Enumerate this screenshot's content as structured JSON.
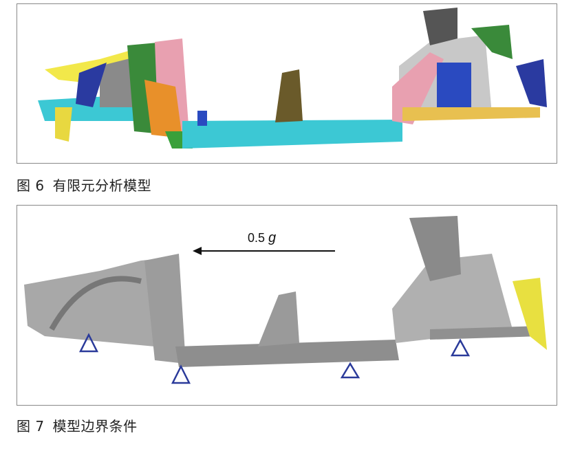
{
  "figures": [
    {
      "caption_number": "图 6",
      "caption_text": "有限元分析模型"
    },
    {
      "caption_number": "图 7",
      "caption_text": "模型边界条件",
      "load_value": "0.5",
      "load_unit": "g"
    }
  ],
  "colors": {
    "constraint": "#2a3a9a",
    "mesh_gray": "#9a9a9a",
    "cyan": "#2ec4d0",
    "pink": "#e8a0b0",
    "yellow": "#f0e040"
  }
}
